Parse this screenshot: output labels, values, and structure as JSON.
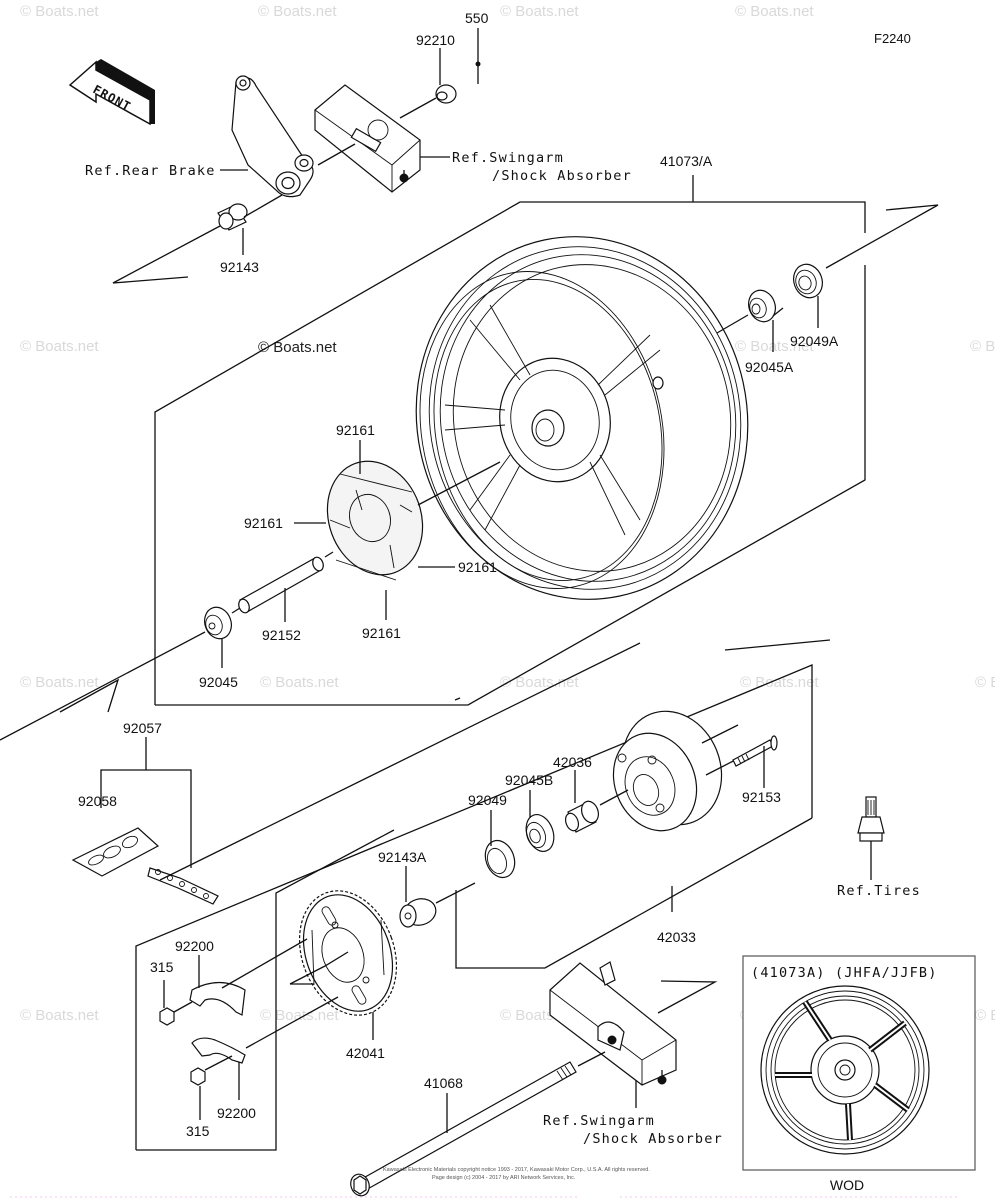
{
  "diagram": {
    "figure_id": "F2240",
    "front_indicator": "FRONT",
    "watermark": "© Boats.net",
    "parts": {
      "p550": "550",
      "p92210": "92210",
      "p92143": "92143",
      "p41073A": "41073/A",
      "p92045A": "92045A",
      "p92049A": "92049A",
      "p92161_top": "92161",
      "p92161_left": "92161",
      "p92161_right": "92161",
      "p92161_bottom": "92161",
      "p92152": "92152",
      "p92045": "92045",
      "p92057": "92057",
      "p92058": "92058",
      "p42036": "42036",
      "p92045B": "92045B",
      "p92049": "92049",
      "p92153": "92153",
      "p92143A": "92143A",
      "p42033": "42033",
      "p92200_top": "92200",
      "p92200_bottom": "92200",
      "p315_top": "315",
      "p315_bottom": "315",
      "p42041": "42041",
      "p41068": "41068"
    },
    "references": {
      "rear_brake": "Ref.Rear Brake",
      "swingarm_top_line1": "Ref.Swingarm",
      "swingarm_top_line2": "/Shock Absorber",
      "tires": "Ref.Tires",
      "swingarm_bottom_line1": "Ref.Swingarm",
      "swingarm_bottom_line2": "/Shock Absorber"
    },
    "inset": {
      "title": "(41073A)  (JHFA/JJFB)",
      "caption": "WOD"
    },
    "copyright_line1": "Kawasaki Electronic Materials copyright notice 1993 - 2017, Kawasaki Motor Corp., U.S.A. All rights reserved.",
    "copyright_line2": "Page design (c) 2004 - 2017 by ARI Network Services, Inc."
  }
}
